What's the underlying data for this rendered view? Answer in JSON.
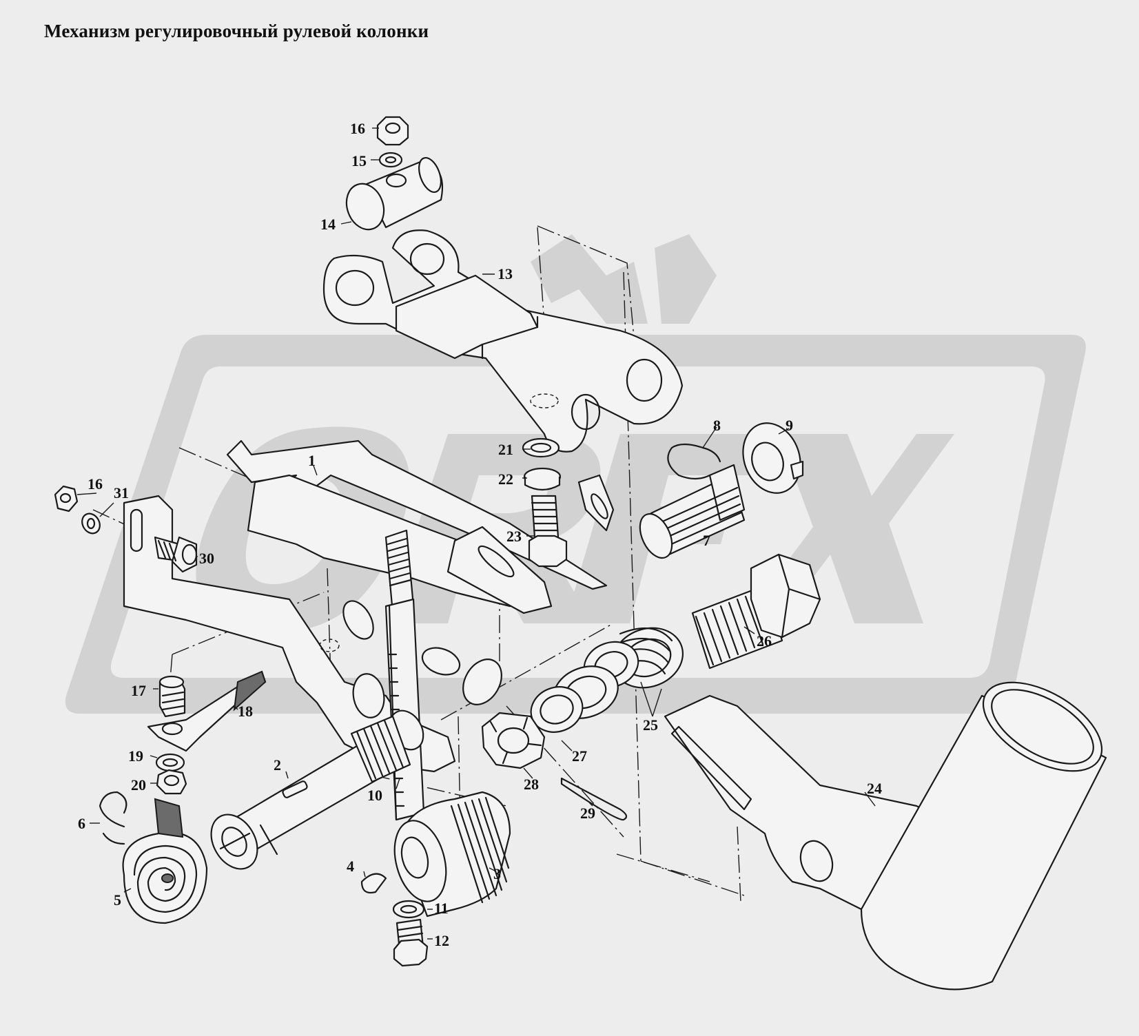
{
  "title": "Механизм регулировочный рулевой колонки",
  "watermark": {
    "text": "ORFX",
    "color": "#d2d2d2"
  },
  "callouts": {
    "c1": "1",
    "c2": "2",
    "c3": "3",
    "c4": "4",
    "c5": "5",
    "c6": "6",
    "c7": "7",
    "c8": "8",
    "c9": "9",
    "c10": "10",
    "c11": "11",
    "c12": "12",
    "c13": "13",
    "c14": "14",
    "c15": "15",
    "c16a": "16",
    "c16b": "16",
    "c17": "17",
    "c18": "18",
    "c19": "19",
    "c20": "20",
    "c21": "21",
    "c22": "22",
    "c23": "23",
    "c24": "24",
    "c25": "25",
    "c26": "26",
    "c27": "27",
    "c28": "28",
    "c29": "29",
    "c30": "30",
    "c31": "31"
  }
}
